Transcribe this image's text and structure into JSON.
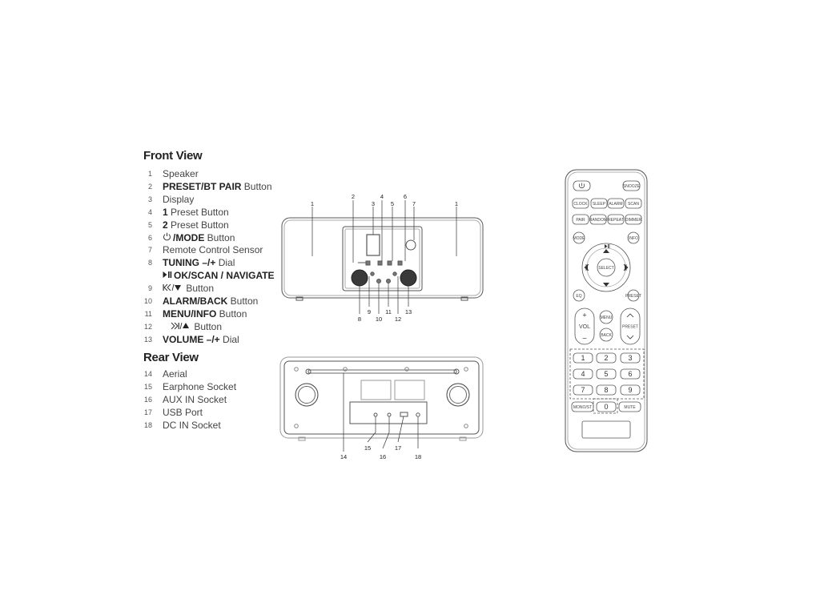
{
  "front_view": {
    "title": "Front View",
    "items": [
      {
        "num": "1",
        "bold": "",
        "text": "Speaker",
        "icon": ""
      },
      {
        "num": "2",
        "bold": "PRESET/BT PAIR",
        "text": " Button",
        "icon": ""
      },
      {
        "num": "3",
        "bold": "",
        "text": "Display",
        "icon": ""
      },
      {
        "num": "4",
        "bold": "1",
        "text": " Preset Button",
        "icon": ""
      },
      {
        "num": "5",
        "bold": "2",
        "text": " Preset Button",
        "icon": ""
      },
      {
        "num": "6",
        "bold": "/MODE",
        "text": " Button",
        "icon": "power-icon"
      },
      {
        "num": "7",
        "bold": "",
        "text": "Remote Control Sensor",
        "icon": ""
      },
      {
        "num": "8",
        "bold": "TUNING –/+",
        "text": " Dial",
        "icon": ""
      },
      {
        "num": "",
        "bold": "OK/SCAN / NAVIGATE",
        "text": "",
        "icon": "play-pause-icon"
      },
      {
        "num": "9",
        "bold": "",
        "text": " Button",
        "icon": "prev-down-icon"
      },
      {
        "num": "10",
        "bold": "ALARM/BACK",
        "text": " Button",
        "icon": ""
      },
      {
        "num": "11",
        "bold": "MENU/INFO",
        "text": " Button",
        "icon": ""
      },
      {
        "num": "12",
        "bold": "",
        "text": " Button",
        "icon": "next-up-icon"
      },
      {
        "num": "13",
        "bold": "VOLUME –/+",
        "text": " Dial",
        "icon": ""
      }
    ]
  },
  "rear_view": {
    "title": "Rear View",
    "items": [
      {
        "num": "14",
        "text": "Aerial"
      },
      {
        "num": "15",
        "text": "Earphone Socket"
      },
      {
        "num": "16",
        "text": "AUX IN Socket"
      },
      {
        "num": "17",
        "text": "USB Port"
      },
      {
        "num": "18",
        "text": "DC IN Socket"
      }
    ]
  },
  "front_callouts": {
    "top": [
      "1",
      "2",
      "3",
      "4",
      "5",
      "6",
      "7",
      "1"
    ],
    "bottom": [
      "8",
      "9",
      "10",
      "11",
      "12",
      "13"
    ]
  },
  "rear_callouts": [
    "14",
    "15",
    "16",
    "17",
    "18"
  ],
  "remote": {
    "top_row": [
      "SNOOZE"
    ],
    "row1": [
      "CLOCK",
      "SLEEP",
      "ALARM",
      "SCAN"
    ],
    "row2": [
      "PAIR",
      "RANDOM",
      "REPEAT",
      "DIMMER"
    ],
    "mode": "MODE",
    "info": "INFO",
    "select": "SELECT",
    "eq": "EQ",
    "preset_small": "PRESET",
    "vol": "VOL",
    "plus": "+",
    "minus": "–",
    "menu": "MENU",
    "back": "BACK",
    "preset": "PRESET",
    "numpad": [
      "1",
      "2",
      "3",
      "4",
      "5",
      "6",
      "7",
      "8",
      "9"
    ],
    "mono_st": "MONO/ST",
    "zero": "0",
    "mute": "MUTE"
  }
}
